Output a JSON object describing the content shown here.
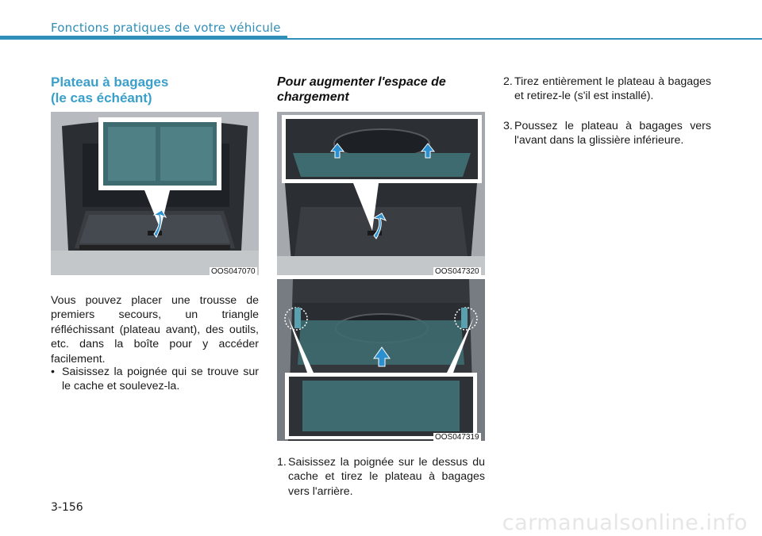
{
  "header": {
    "title": "Fonctions pratiques de votre véhicule"
  },
  "left": {
    "title_line1": "Plateau à bagages",
    "title_line2": "(le cas échéant)",
    "figure_code": "OOS047070",
    "paragraph": "Vous pouvez placer une trousse de premiers secours, un triangle réfléchissant (plateau avant), des outils, etc. dans la boîte pour y accéder facilement.",
    "bullet_mark": "•",
    "bullet_text": "Saisissez la poignée qui se trouve sur le cache et soulevez-la."
  },
  "middle": {
    "title": "Pour augmenter l'espace de chargement",
    "figure1_code": "OOS047320",
    "figure2_code": "OOS047319",
    "step1_num": "1.",
    "step1_text": "Saisissez la poignée sur le dessus du cache et tirez le plateau à bagages vers l'arrière."
  },
  "right": {
    "step2_num": "2.",
    "step2_text": "Tirez entièrement le plateau à bagages et retirez-le (s'il est installé).",
    "step3_num": "3.",
    "step3_text": "Poussez le plateau à bagages vers l'avant dans la glissière inférieure."
  },
  "footer": {
    "page_number": "3-156",
    "watermark": "carmanualsonline.info"
  },
  "colors": {
    "accent": "#2f8fb8",
    "section_title": "#3a9fca",
    "teal_highlight": "#3e6b70",
    "arrow_blue": "#2b8fd0"
  },
  "icons": [
    "arrow-up-icon",
    "curved-arrow-icon"
  ]
}
